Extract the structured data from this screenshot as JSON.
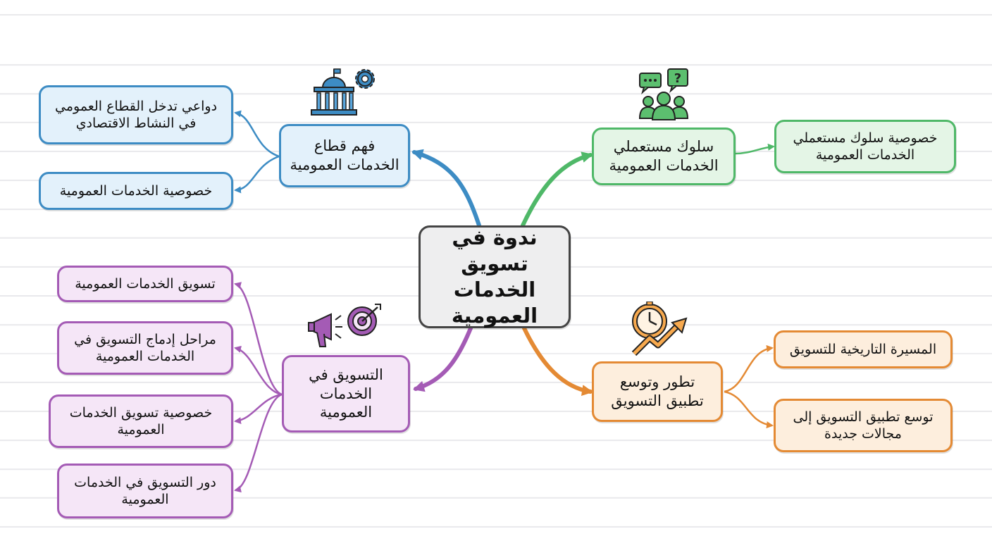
{
  "colors": {
    "blue": "#3d8cc4",
    "green": "#4fb868",
    "purple": "#a45bb5",
    "orange": "#e48a34",
    "center_border": "#444444"
  },
  "center": {
    "label": "ندوة في تسويق\nالخدمات\nالعمومية"
  },
  "branches": {
    "blue": {
      "label": "فهم قطاع\nالخدمات العمومية",
      "icon": "government-building-gear-icon",
      "children": [
        {
          "label": "دواعي تدخل القطاع العمومي\nفي النشاط الاقتصادي"
        },
        {
          "label": "خصوصية الخدمات العمومية"
        }
      ]
    },
    "green": {
      "label": "سلوك مستعملي\nالخدمات العمومية",
      "icon": "users-chat-icon",
      "children": [
        {
          "label": "خصوصية سلوك مستعملي\nالخدمات العمومية"
        }
      ]
    },
    "purple": {
      "label": "التسويق في\nالخدمات\nالعمومية",
      "icon": "megaphone-target-icon",
      "children": [
        {
          "label": "تسويق الخدمات العمومية"
        },
        {
          "label": "مراحل إدماج التسويق في\nالخدمات العمومية"
        },
        {
          "label": "خصوصية تسويق الخدمات\nالعمومية"
        },
        {
          "label": "دور التسويق في الخدمات\nالعمومية"
        }
      ]
    },
    "orange": {
      "label": "تطور وتوسع\nتطبيق التسويق",
      "icon": "clock-growth-icon",
      "children": [
        {
          "label": "المسيرة التاريخية للتسويق"
        },
        {
          "label": "توسع تطبيق التسويق إلى\nمجالات جديدة"
        }
      ]
    }
  }
}
